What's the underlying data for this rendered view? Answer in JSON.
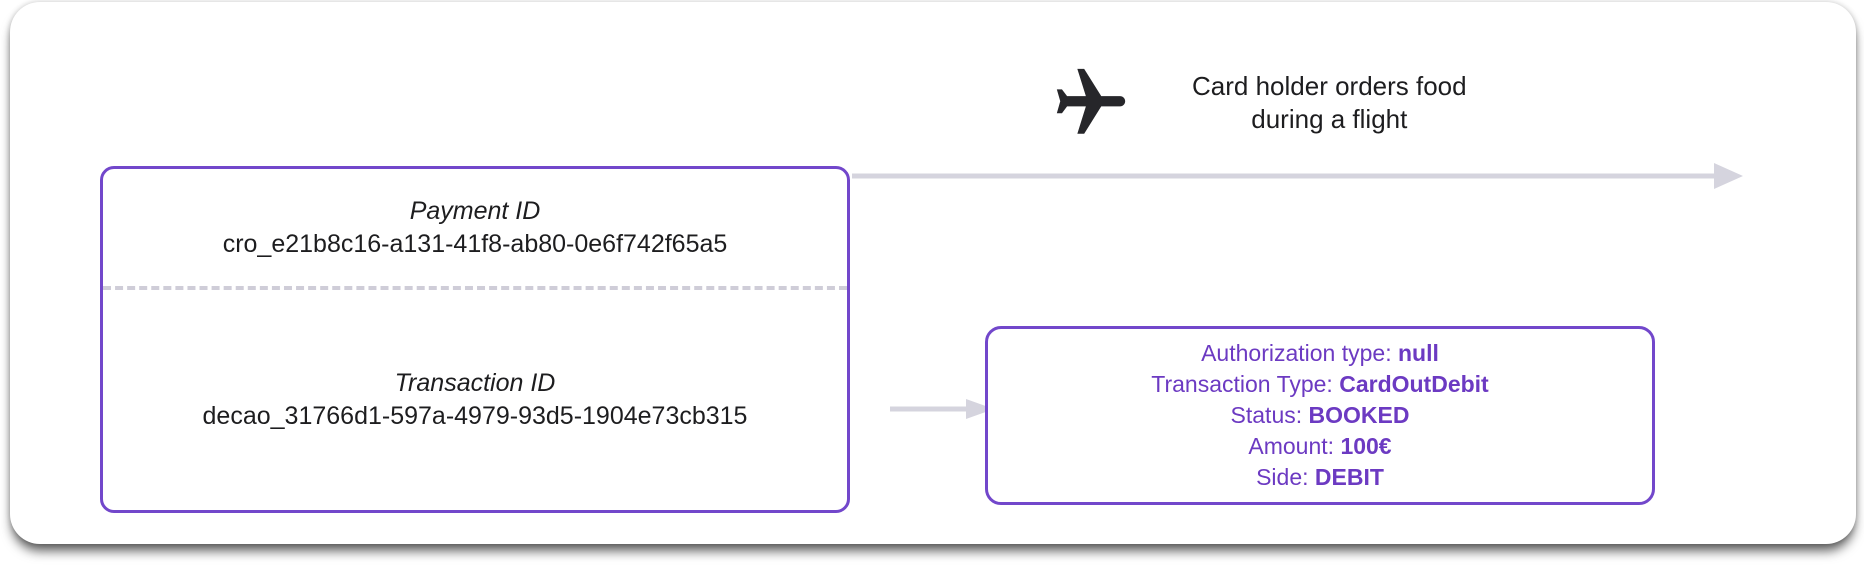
{
  "card": {
    "left_box": {
      "payment_label": "Payment ID",
      "payment_id": "cro_e21b8c16-a131-41f8-ab80-0e6f742f65a5",
      "transaction_label": "Transaction ID",
      "transaction_id": "decao_31766d1-597a-4979-93d5-1904e73cb315"
    },
    "caption": {
      "line1": "Card holder orders food",
      "line2": "during a flight",
      "icon": "airplane-icon"
    },
    "result_box": {
      "rows": [
        {
          "label": "Authorization type: ",
          "value": "null"
        },
        {
          "label": "Transaction Type: ",
          "value": "CardOutDebit"
        },
        {
          "label": "Status: ",
          "value": "BOOKED"
        },
        {
          "label": "Amount: ",
          "value": "100€"
        },
        {
          "label": "Side: ",
          "value": "DEBIT"
        }
      ]
    },
    "colors": {
      "accent_purple": "#7247cb",
      "text_purple": "#6c3ac2",
      "arrow_gray": "#d5d4de",
      "text_dark": "#1d1d1f",
      "divider_gray": "#cfcdd8"
    }
  }
}
